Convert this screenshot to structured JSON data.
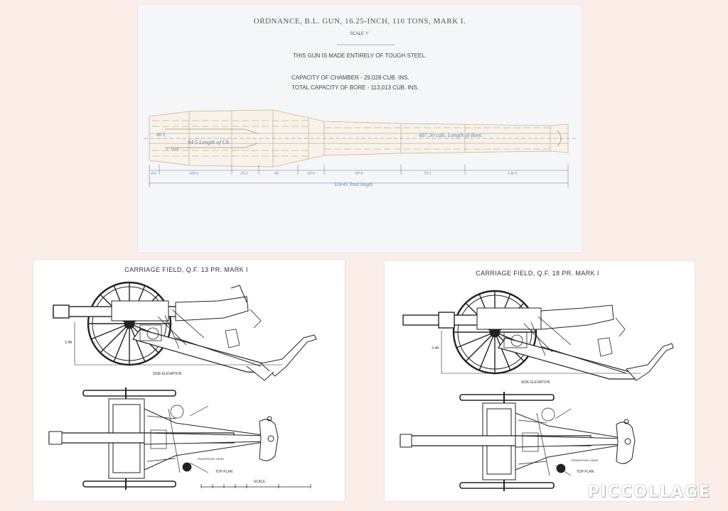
{
  "collage": {
    "background": "#fbeee9",
    "watermark": "PICCOLLAGE"
  },
  "ordnance": {
    "title": "ORDNANCE, B.L. GUN, 16.25-INCH, 110 TONS, MARK I.",
    "scale": "SCALE",
    "material_note": "THIS GUN IS MADE ENTIRELY OF TOUGH STEEL.",
    "chamber_capacity": "CAPACITY OF CHAMBER - 29,028 CUB. INS.",
    "bore_capacity": "TOTAL CAPACITY OF BORE - 113,013 CUB. INS.",
    "label_chamber_length": "94·5 Length of Ch.",
    "label_bore_length": "487.50 cals. Length of Bore.",
    "label_d1": "46·5",
    "label_d2": "C 1918",
    "segments": [
      "4·6",
      "105·5",
      "29·2",
      "45",
      "35·5",
      "87·0",
      "75·1",
      "136·5"
    ],
    "total_length": "524·45 Total length",
    "line_color": "#c9b48c",
    "dim_color": "#6d7fa4"
  },
  "carriage13": {
    "title": "CARRIAGE FIELD, Q.F. 13 PR. MARK I",
    "side_label": "SIDE ELEVATION",
    "top_label": "TOP PLAN",
    "scale_label": "SCALE",
    "height_label": "3·4ft",
    "note_label": "TRAVERSING GEAR"
  },
  "carriage18": {
    "title": "CARRIAGE FIELD, Q.F. 18 PR. MARK I",
    "side_label": "SIDE ELEVATION",
    "top_label": "TOP PLAN",
    "height_label": "3·4ft",
    "note_label": "TRAVERSING GEAR"
  }
}
